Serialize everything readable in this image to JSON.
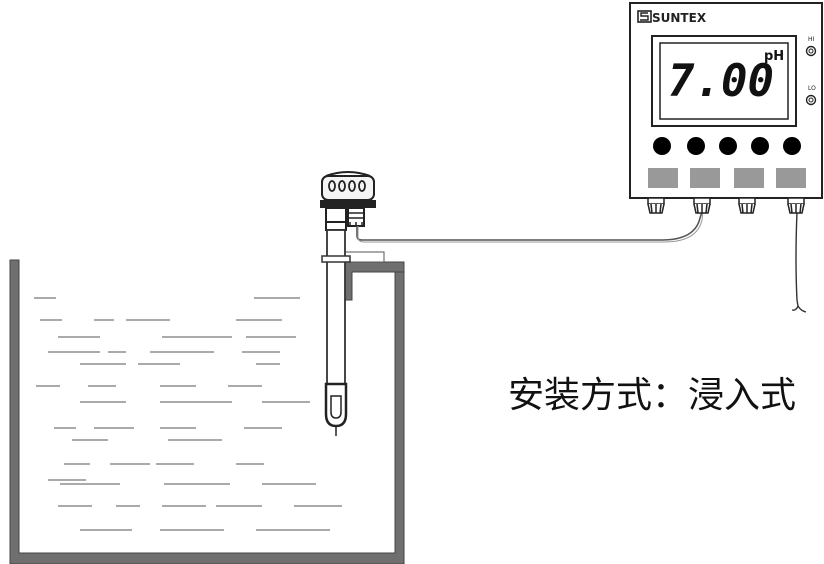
{
  "controller": {
    "brand": "SUNTEX",
    "reading": "7.00",
    "unit": "pH",
    "alarm_hi_label": "HI",
    "alarm_lo_label": "LO",
    "button_count": 5,
    "terminal_count": 4
  },
  "caption": "安装方式：浸入式"
}
